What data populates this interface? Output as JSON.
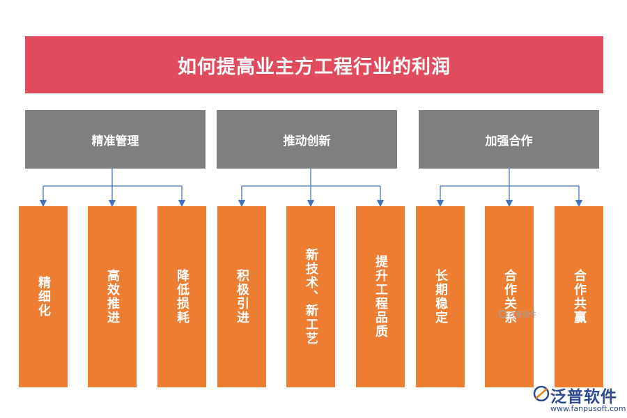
{
  "title": "如何提高业主方工程行业的利润",
  "categories": [
    {
      "label": "精准管理",
      "items": [
        "精细化",
        "高效推进",
        "降低损耗"
      ]
    },
    {
      "label": "推动创新",
      "items": [
        "积极引进",
        "新技术、新工艺",
        "提升工程品质"
      ]
    },
    {
      "label": "加强合作",
      "items": [
        "长期稳定",
        "合作关系",
        "合作共赢"
      ]
    }
  ],
  "watermark": {
    "center_text": "泛普软件",
    "brand": "泛普软件",
    "url": "www.fanpusoft.com"
  },
  "colors": {
    "title_bg": "#e04b5e",
    "category_bg": "#7f7f7f",
    "leaf_bg": "#ed7d31",
    "connector": "#4472c4"
  }
}
